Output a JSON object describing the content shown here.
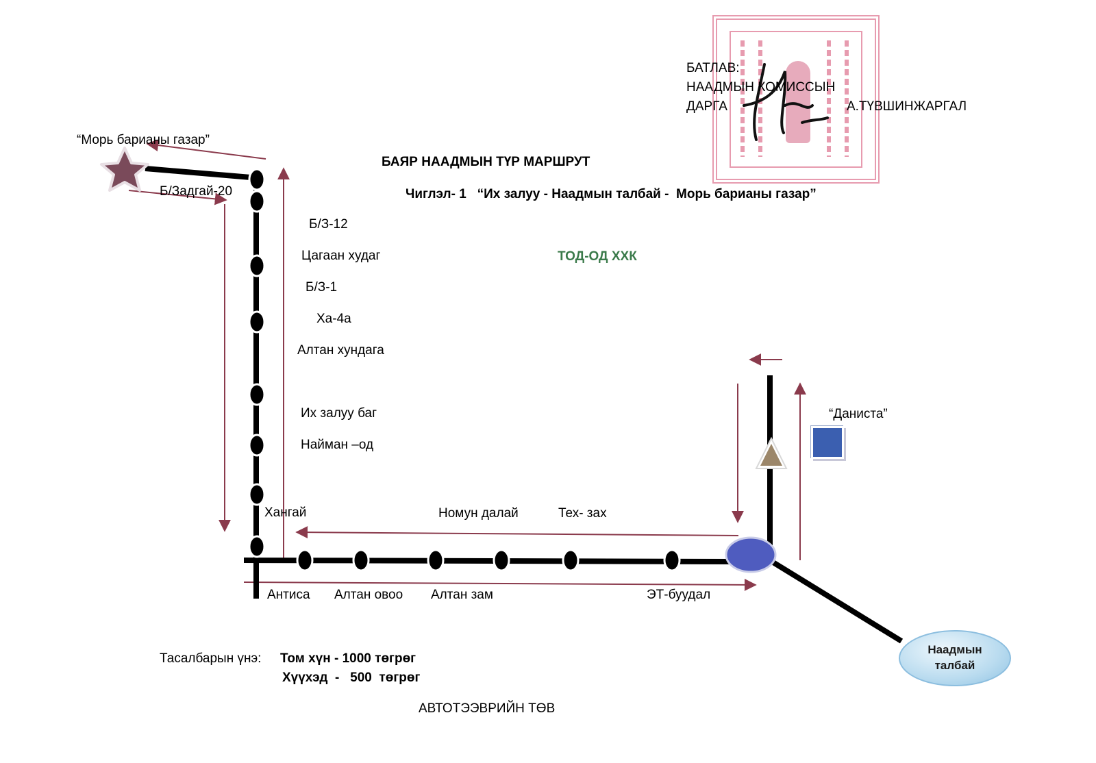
{
  "approval": {
    "line1": "БАТЛАВ:",
    "line2": "НААДМЫН КОМИССЫН",
    "line3": "ДАРГА",
    "signatory": "А.ТҮВШИНЖАРГАЛ"
  },
  "title": "БАЯР НААДМЫН ТҮР МАРШРУТ",
  "subtitle": "Чиглэл- 1   “Их залуу - Наадмын талбай -  Морь барианы газар”",
  "company": "ТОД-ОД ХХК",
  "places": {
    "finish": "“Морь барианы газар”",
    "stadium": "Наадмын\nталбай",
    "danista": "“Даниста”"
  },
  "stops_vertical": [
    "Б/Задгай-20",
    "Б/З-12",
    "Цагаан худаг",
    "Б/З-1",
    "Ха-4а",
    "Алтан хундага",
    "Их залуу баг",
    "Найман –од",
    "Хангай"
  ],
  "stops_horizontal_top": [
    "Номун далай",
    "Тех- зах"
  ],
  "stops_horizontal_bottom": [
    "Антиса",
    "Алтан овоо",
    "Алтан зам",
    "ЭТ-буудал"
  ],
  "fare": {
    "label": "Тасалбарын үнэ:",
    "adult": "Том хүн - 1000 төгрөг",
    "child": "Хүүхэд  -   500  төгрөг"
  },
  "footer": "АВТОТЭЭВРИЙН ТӨВ",
  "colors": {
    "route": "#000000",
    "arrows": "#8a3a4c",
    "company": "#3a7a4a",
    "stamp": "#d44a6e",
    "star": "#7a4a5a",
    "terminal": "#4f5cbf",
    "stadium": "#b9dbef",
    "danista": "#3b5fb0"
  }
}
